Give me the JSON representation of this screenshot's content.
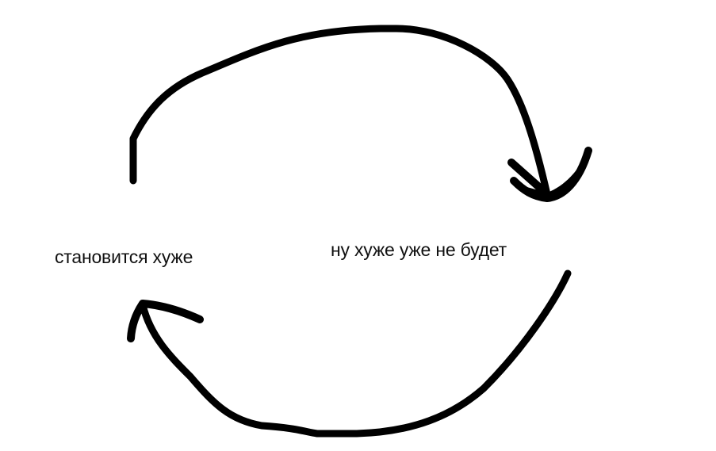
{
  "diagram": {
    "type": "cycle",
    "nodes": [
      {
        "id": "left",
        "label": "становится хуже"
      },
      {
        "id": "right",
        "label": "ну хуже уже не будет"
      }
    ],
    "edges": [
      {
        "from": "left",
        "to": "right",
        "shape": "upper-arc"
      },
      {
        "from": "right",
        "to": "left",
        "shape": "lower-arc"
      }
    ],
    "colors": {
      "stroke": "#000000",
      "text": "#111111",
      "background": "#ffffff"
    }
  }
}
